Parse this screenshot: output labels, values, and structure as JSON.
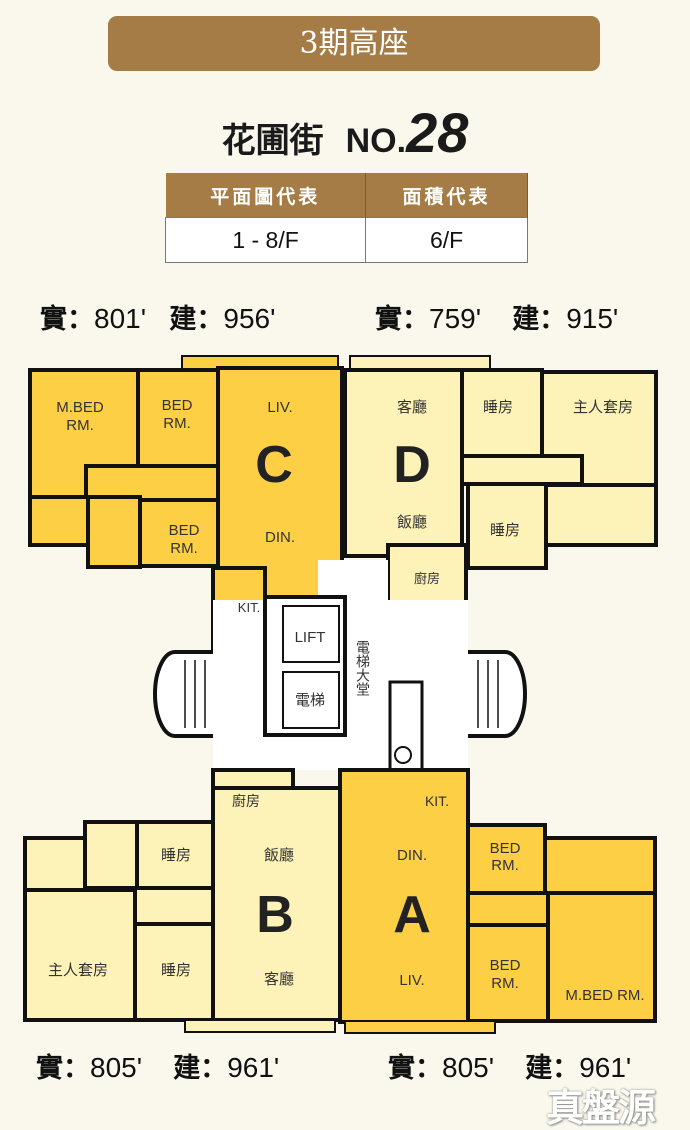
{
  "header": {
    "title": "3期高座"
  },
  "street": {
    "name": "花圃街",
    "no_label": "NO.",
    "number": "28"
  },
  "info_table": {
    "headers": [
      "平面圖代表",
      "面積代表"
    ],
    "values": [
      "1 - 8/F",
      "6/F"
    ]
  },
  "areas": {
    "C": {
      "saleable_label": "實：",
      "saleable": "801'",
      "gross_label": "建：",
      "gross": "956'"
    },
    "D": {
      "saleable_label": "實：",
      "saleable": "759'",
      "gross_label": "建：",
      "gross": "915'"
    },
    "B": {
      "saleable_label": "實：",
      "saleable": "805'",
      "gross_label": "建：",
      "gross": "961'"
    },
    "A": {
      "saleable_label": "實：",
      "saleable": "805'",
      "gross_label": "建：",
      "gross": "961'"
    }
  },
  "units": {
    "C": {
      "letter": "C",
      "rooms": [
        "M.BED",
        "RM.",
        "BED",
        "RM.",
        "LIV.",
        "BED",
        "RM.",
        "DIN.",
        "KIT."
      ]
    },
    "D": {
      "letter": "D",
      "rooms": [
        "客廳",
        "睡房",
        "主人套房",
        "飯廳",
        "睡房",
        "廚房"
      ]
    },
    "B": {
      "letter": "B",
      "rooms": [
        "廚房",
        "睡房",
        "飯廳",
        "主人套房",
        "睡房",
        "客廳"
      ]
    },
    "A": {
      "letter": "A",
      "rooms": [
        "KIT.",
        "DIN.",
        "BED",
        "RM.",
        "BED",
        "RM.",
        "LIV.",
        "M.BED RM."
      ]
    }
  },
  "core": {
    "lift_en": "LIFT",
    "lift_zh": "電梯",
    "lobby": "電梯大堂"
  },
  "colors": {
    "accent": "#A57C45",
    "unit_dark": "#FDCF45",
    "unit_light": "#FDF3B8",
    "background": "#FAF8EC"
  },
  "watermark": "真盤源"
}
